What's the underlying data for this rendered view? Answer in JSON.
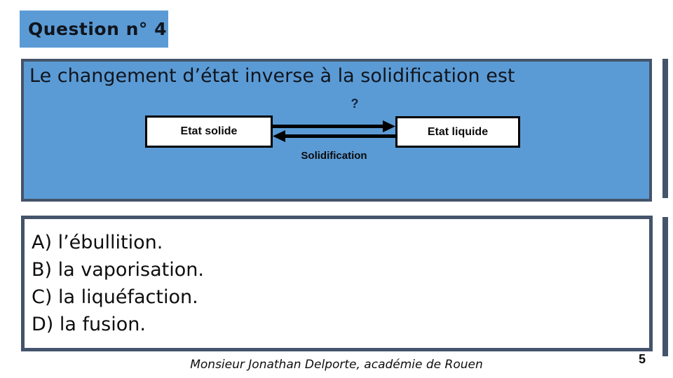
{
  "slide": {
    "question_label": "Question n° 4",
    "title": "Le changement d’état inverse à la solidification est",
    "diagram": {
      "unknown_marker": "?",
      "solid_state_label": "Etat solide",
      "liquid_state_label": "Etat liquide",
      "reverse_arrow_label": "Solidification"
    },
    "answers": [
      "A) l’ébullition.",
      "B) la vaporisation.",
      "C) la liquéfaction.",
      "D) la fusion."
    ],
    "footer_credit": "Monsieur Jonathan Delporte, académie de Rouen",
    "page_number": "5",
    "colors": {
      "accent_blue": "#5B9BD5",
      "frame_dark": "#44546A",
      "diagram_box_border": "#000000",
      "text_dark": "#10151D"
    }
  }
}
